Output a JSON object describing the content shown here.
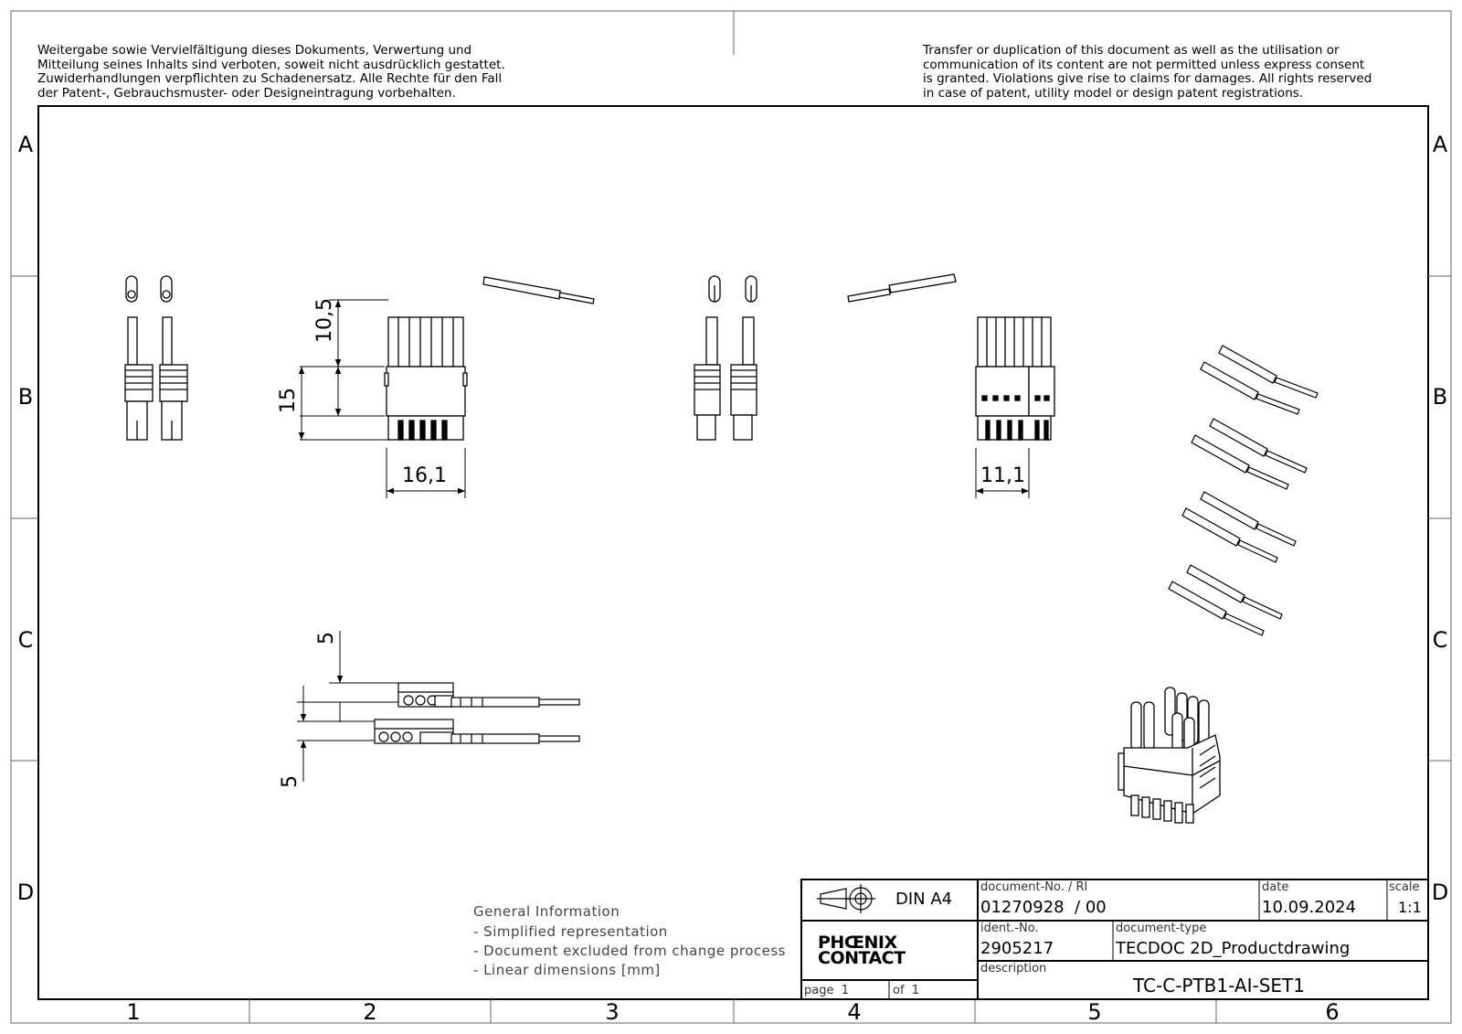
{
  "notice": {
    "de": [
      "Weitergabe sowie Vervielfältigung dieses Dokuments, Verwertung und",
      "Mitteilung seines Inhalts sind verboten, soweit nicht ausdrücklich gestattet.",
      "Zuwiderhandlungen verpflichten zu Schadenersatz. Alle Rechte für den Fall",
      "der Patent-, Gebrauchsmuster- oder Designeintragung vorbehalten."
    ],
    "en": [
      "Transfer or duplication of this document as well as the utilisation or",
      "communication of its content are not permitted unless express consent",
      "is granted. Violations give rise to claims for damages. All rights reserved",
      "in case of patent, utility model or design patent registrations."
    ]
  },
  "zones": {
    "rows": [
      "A",
      "B",
      "C",
      "D"
    ],
    "cols": [
      "1",
      "2",
      "3",
      "4",
      "5",
      "6"
    ]
  },
  "dimensions": {
    "height_top": "10,5",
    "height_total": "15",
    "width_front": "16,1",
    "width_side": "11,1",
    "pitch_top": "5",
    "pitch_bottom": "5"
  },
  "general_info": {
    "title": "General Information",
    "items": [
      "- Simplified representation",
      "- Document excluded from change process",
      "- Linear dimensions [mm]"
    ]
  },
  "title_block": {
    "format": "DIN A4",
    "doc_no_label": "document-No. / RI",
    "doc_no_value": "01270928  / 00",
    "date_label": "date",
    "date_value": "10.09.2024",
    "scale_label": "scale",
    "scale_value": "1:1",
    "company_logo_line1": "PHŒNIX",
    "company_logo_line2": "CONTACT",
    "ident_label": "ident.-No.",
    "ident_value": "2905217",
    "doctype_label": "document-type",
    "doctype_value": "TECDOC 2D_Productdrawing",
    "description_label": "description",
    "description_value": "TC-C-PTB1-AI-SET1",
    "page_label": "page  1",
    "of_label": "of  1"
  }
}
